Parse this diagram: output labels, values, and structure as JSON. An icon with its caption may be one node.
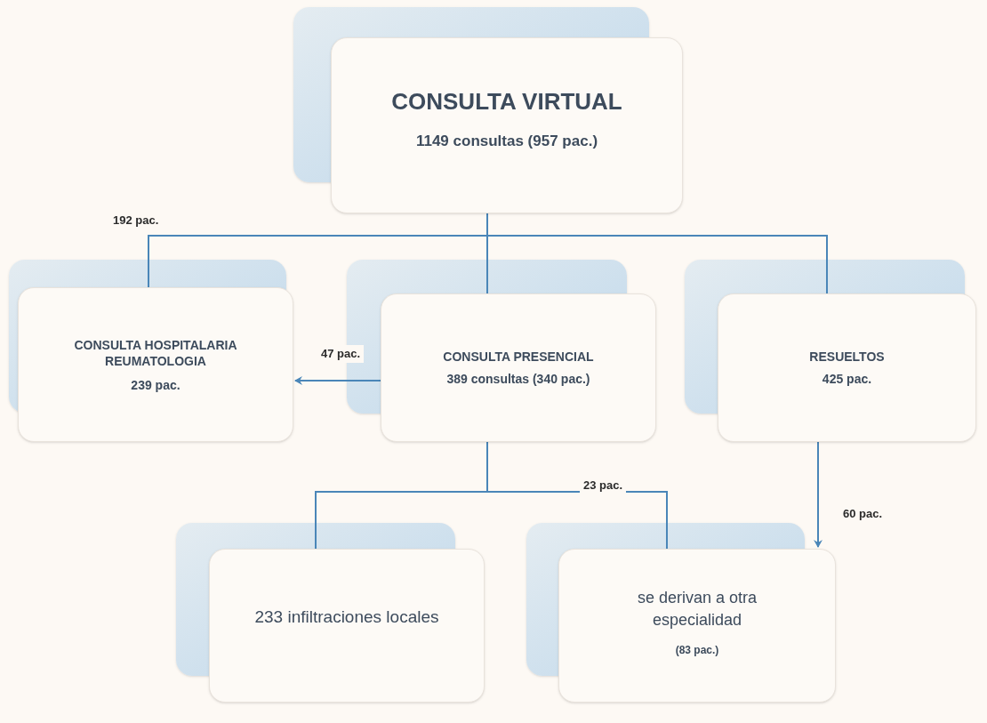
{
  "diagram": {
    "nodes": [
      {
        "text": [
          "CONSULTA VIRTUAL",
          "1149 consultas (957 pac.)"
        ]
      },
      {
        "text": [
          "CONSULTA HOSPITALARIA REUMATOLOGIA",
          "239 pac."
        ]
      },
      {
        "text": [
          "CONSULTA PRESENCIAL",
          "389 consultas (340 pac.)"
        ]
      },
      {
        "text": [
          "RESUELTOS",
          "425 pac."
        ]
      },
      {
        "text": [
          "233 infiltraciones locales"
        ]
      },
      {
        "text": [
          "se derivan a otra especialidad",
          "(83 pac.)"
        ]
      }
    ],
    "edges": [
      {
        "from": 0,
        "to": 1,
        "arrow": "none",
        "label": "192 pac."
      },
      {
        "from": 0,
        "to": 2,
        "arrow": "none"
      },
      {
        "from": 0,
        "to": 3,
        "arrow": "none"
      },
      {
        "from": 2,
        "to": 1,
        "arrow": "to",
        "label": "47 pac."
      },
      {
        "from": 2,
        "to": 4,
        "arrow": "none"
      },
      {
        "from": 2,
        "to": 5,
        "arrow": "none",
        "label": "23 pac."
      },
      {
        "from": 3,
        "to": 5,
        "arrow": "to",
        "label": "60 pac."
      }
    ]
  }
}
